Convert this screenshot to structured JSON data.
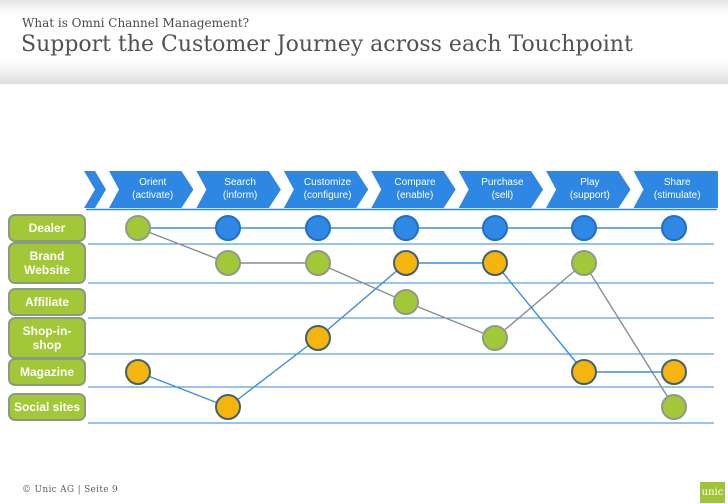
{
  "header": {
    "kicker": "What is Omni Channel Management?",
    "title": "Support the Customer Journey across each Touchpoint"
  },
  "footer": {
    "text": "© Unic AG  |  Seite 9",
    "logo_text": "unic"
  },
  "colors": {
    "chevron_blue": "#2e87e2",
    "row_line_blue": "#2e87e2",
    "path_blue": "#3e8ede",
    "path_gray": "#8c8c8c",
    "dot_blue_fill": "#2f88e4",
    "dot_blue_stroke": "#1d6fc9",
    "dot_green_fill": "#a2c837",
    "dot_green_stroke": "#8e9b87",
    "dot_orange_fill": "#f6b40e",
    "dot_orange_stroke": "#42616f",
    "label_green": "#a2c837",
    "label_border": "#8a9a84",
    "logo_green": "#9fc43a"
  },
  "chart_data": {
    "type": "journey-matrix",
    "stages": [
      {
        "label": "Orient",
        "sublabel": "(activate)"
      },
      {
        "label": "Search",
        "sublabel": "(inform)"
      },
      {
        "label": "Customize",
        "sublabel": "(configure)"
      },
      {
        "label": "Compare",
        "sublabel": "(enable)"
      },
      {
        "label": "Purchase",
        "sublabel": "(sell)"
      },
      {
        "label": "Play",
        "sublabel": "(support)"
      },
      {
        "label": "Share",
        "sublabel": "(stimulate)"
      }
    ],
    "channels": [
      "Dealer",
      "Brand Website",
      "Affiliate",
      "Shop-in-shop",
      "Magazine",
      "Social sites"
    ],
    "touchpoints": [
      {
        "stage": "Orient",
        "channel": "Dealer",
        "color": "green"
      },
      {
        "stage": "Search",
        "channel": "Dealer",
        "color": "blue"
      },
      {
        "stage": "Customize",
        "channel": "Dealer",
        "color": "blue"
      },
      {
        "stage": "Compare",
        "channel": "Dealer",
        "color": "blue"
      },
      {
        "stage": "Purchase",
        "channel": "Dealer",
        "color": "blue"
      },
      {
        "stage": "Play",
        "channel": "Dealer",
        "color": "blue"
      },
      {
        "stage": "Share",
        "channel": "Dealer",
        "color": "blue"
      },
      {
        "stage": "Search",
        "channel": "Brand Website",
        "color": "green"
      },
      {
        "stage": "Customize",
        "channel": "Brand Website",
        "color": "green"
      },
      {
        "stage": "Compare",
        "channel": "Brand Website",
        "color": "orange"
      },
      {
        "stage": "Purchase",
        "channel": "Brand Website",
        "color": "orange"
      },
      {
        "stage": "Play",
        "channel": "Brand Website",
        "color": "green"
      },
      {
        "stage": "Compare",
        "channel": "Affiliate",
        "color": "green"
      },
      {
        "stage": "Customize",
        "channel": "Shop-in-shop",
        "color": "orange"
      },
      {
        "stage": "Purchase",
        "channel": "Shop-in-shop",
        "color": "green"
      },
      {
        "stage": "Orient",
        "channel": "Magazine",
        "color": "orange"
      },
      {
        "stage": "Play",
        "channel": "Magazine",
        "color": "orange"
      },
      {
        "stage": "Share",
        "channel": "Magazine",
        "color": "orange"
      },
      {
        "stage": "Search",
        "channel": "Social sites",
        "color": "orange"
      },
      {
        "stage": "Share",
        "channel": "Social sites",
        "color": "green"
      }
    ],
    "paths": [
      {
        "name": "dealer-journey",
        "color": "blue",
        "points": [
          [
            "Orient",
            "Dealer"
          ],
          [
            "Search",
            "Dealer"
          ],
          [
            "Customize",
            "Dealer"
          ],
          [
            "Compare",
            "Dealer"
          ],
          [
            "Purchase",
            "Dealer"
          ],
          [
            "Play",
            "Dealer"
          ],
          [
            "Share",
            "Dealer"
          ]
        ]
      },
      {
        "name": "green-journey",
        "color": "gray",
        "points": [
          [
            "Orient",
            "Dealer"
          ],
          [
            "Search",
            "Brand Website"
          ],
          [
            "Customize",
            "Brand Website"
          ],
          [
            "Compare",
            "Affiliate"
          ],
          [
            "Purchase",
            "Shop-in-shop"
          ],
          [
            "Play",
            "Brand Website"
          ],
          [
            "Share",
            "Social sites"
          ]
        ]
      },
      {
        "name": "orange-journey",
        "color": "blue",
        "points": [
          [
            "Orient",
            "Magazine"
          ],
          [
            "Search",
            "Social sites"
          ],
          [
            "Customize",
            "Shop-in-shop"
          ],
          [
            "Compare",
            "Brand Website"
          ],
          [
            "Purchase",
            "Brand Website"
          ],
          [
            "Play",
            "Magazine"
          ],
          [
            "Share",
            "Magazine"
          ]
        ]
      }
    ]
  }
}
